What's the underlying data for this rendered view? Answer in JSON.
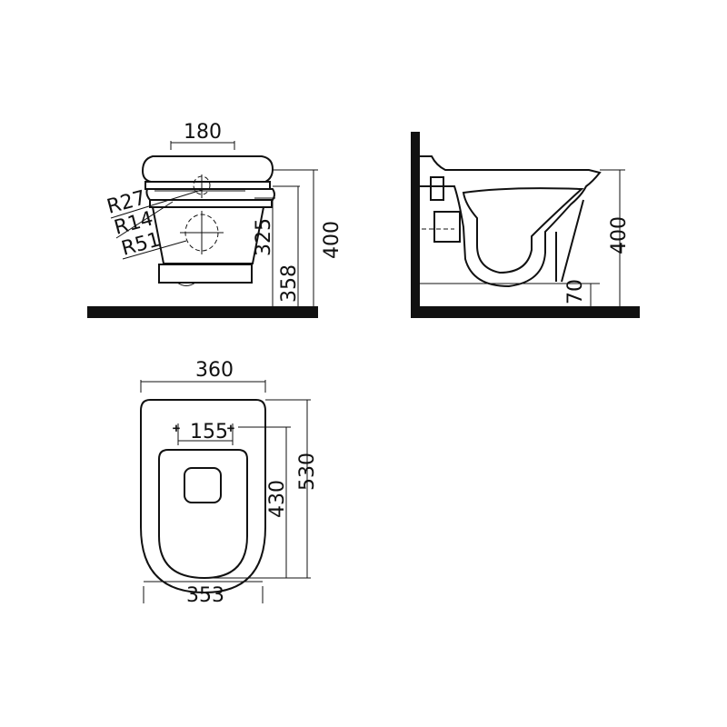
{
  "front_view": {
    "width_label": "180",
    "radius_labels": [
      "R27",
      "R14",
      "R51"
    ],
    "height_labels": [
      "325",
      "358",
      "400"
    ]
  },
  "side_view": {
    "height_labels": [
      "400",
      "70"
    ]
  },
  "top_view": {
    "width_label": "360",
    "hole_spacing_label": "155",
    "length_labels": [
      "530",
      "430"
    ],
    "bottom_width_label": "353"
  }
}
